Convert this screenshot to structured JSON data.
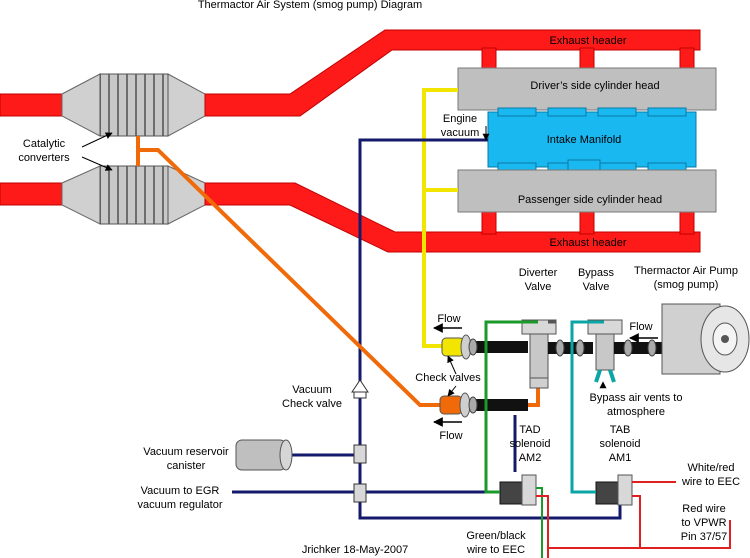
{
  "title": "Thermactor Air System (smog pump) Diagram",
  "labels": {
    "exhaust_header_top": "Exhaust header",
    "exhaust_header_bottom": "Exhaust header",
    "driver_head": "Driver’s side cylinder head",
    "intake_manifold": "Intake Manifold",
    "passenger_head": "Passenger  side cylinder head",
    "engine_vacuum": [
      "Engine",
      "vacuum"
    ],
    "catalytic_converters": [
      "Catalytic",
      "converters"
    ],
    "diverter_valve": [
      "Diverter",
      "Valve"
    ],
    "bypass_valve": [
      "Bypass",
      "Valve"
    ],
    "air_pump": [
      "Thermactor Air Pump",
      "(smog pump)"
    ],
    "flow_left": "Flow",
    "flow_right": "Flow",
    "flow_bottom": "Flow",
    "check_valves": "Check valves",
    "bypass_vents": [
      "Bypass air vents to",
      "atmosphere"
    ],
    "vacuum_check_valve": [
      "Vacuum",
      "Check valve"
    ],
    "vacuum_reservoir": [
      "Vacuum reservoir",
      "canister"
    ],
    "vacuum_egr": [
      "Vacuum to EGR",
      "vacuum regulator"
    ],
    "tad_solenoid": [
      "TAD",
      "solenoid",
      "AM2"
    ],
    "tab_solenoid": [
      "TAB",
      "solenoid",
      "AM1"
    ],
    "white_red_wire": [
      "White/red",
      "wire to EEC"
    ],
    "red_wire": [
      "Red wire",
      "to VPWR",
      "Pin 37/57"
    ],
    "green_black_wire": [
      "Green/black",
      "wire to EEC"
    ],
    "credit": "Jrichker 18-May-2007"
  },
  "colors": {
    "exhaust": "#ff1a1a",
    "engine_vacuum_line": "#f2e600",
    "air_line": "#f06a0a",
    "vacuum_line": "#141a6b",
    "cylinder_head": "#bfbfbf",
    "intake_manifold": "#19b8f0",
    "tad_wire": "#1a9a2a",
    "tab_wire": "#0aa5a5",
    "eec_wire": "#e02020"
  }
}
